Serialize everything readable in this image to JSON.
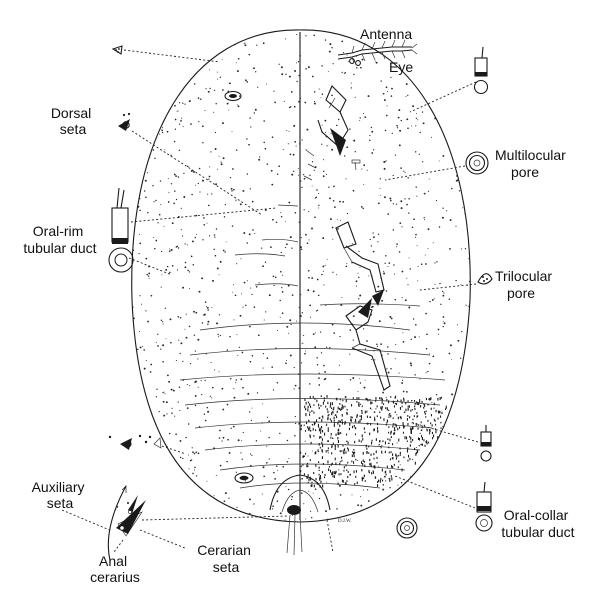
{
  "labels": {
    "antenna": "Antenna",
    "eye": "Eye",
    "dorsal_seta": [
      "Dorsal",
      "seta"
    ],
    "multilocular_pore": [
      "Multilocular",
      "pore"
    ],
    "oral_rim_tubular_duct": [
      "Oral-rim",
      "tubular duct"
    ],
    "trilocular_pore": [
      "Trilocular",
      "pore"
    ],
    "auxiliary_seta": [
      "Auxiliary",
      "seta"
    ],
    "cerarian_seta": [
      "Cerarian",
      "seta"
    ],
    "anal_cerarius": [
      "Anal",
      "cerarius"
    ],
    "oral_collar_tubular_duct": [
      "Oral-collar",
      "tubular duct"
    ]
  },
  "signature": "D.J.W.",
  "colors": {
    "ink": "#1a1a1a",
    "background": "#ffffff"
  }
}
